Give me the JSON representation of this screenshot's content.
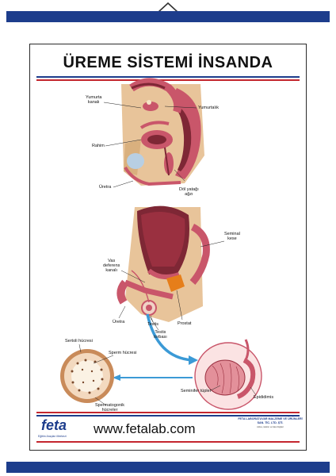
{
  "poster": {
    "title": "ÜREME SİSTEMİ İNSANDA",
    "female_labels": {
      "fallopian": "Yumurta\nkanalı",
      "ovary": "Yumurtalık",
      "uterus": "Rahim",
      "urethra": "Üretra",
      "birth_canal": "Döl yatağı\nağzı"
    },
    "male_labels": {
      "seminal_vesicle": "Seminal\nkese",
      "vas_deferens": "Vas\ndeferens\nkanalı",
      "urethra": "Üretra",
      "testis": "Testis",
      "prostate": "Prostat",
      "scrotum": "Testis\ntorbası"
    },
    "micro_labels": {
      "sertoli": "Sertoli hücresi",
      "sperm": "Sperm hücresi",
      "spermatogonia": "Spermatogonik\nhücreler",
      "seminiferous": "Seminifer tüpler",
      "epididymis": "Epididimis"
    },
    "footer": {
      "logo": "feta",
      "logo_tagline": "Eğitim Araçları Merkezi",
      "url": "www.fetalab.com",
      "company": "FETA LABORATUVAR MALZEME VE ÜRÜNLERİ SAN. TİC. LTD. ŞTİ.",
      "company_details": "Adres, telefon ve faks bilgileri"
    },
    "colors": {
      "rail": "#1d3d8c",
      "accent_red": "#c4262e",
      "flesh": "#c9566a",
      "dark_organ": "#7e2735",
      "tissue": "#e8c49a",
      "circle_cell": "#f3d9bf",
      "arrow": "#3b9ad6"
    }
  }
}
